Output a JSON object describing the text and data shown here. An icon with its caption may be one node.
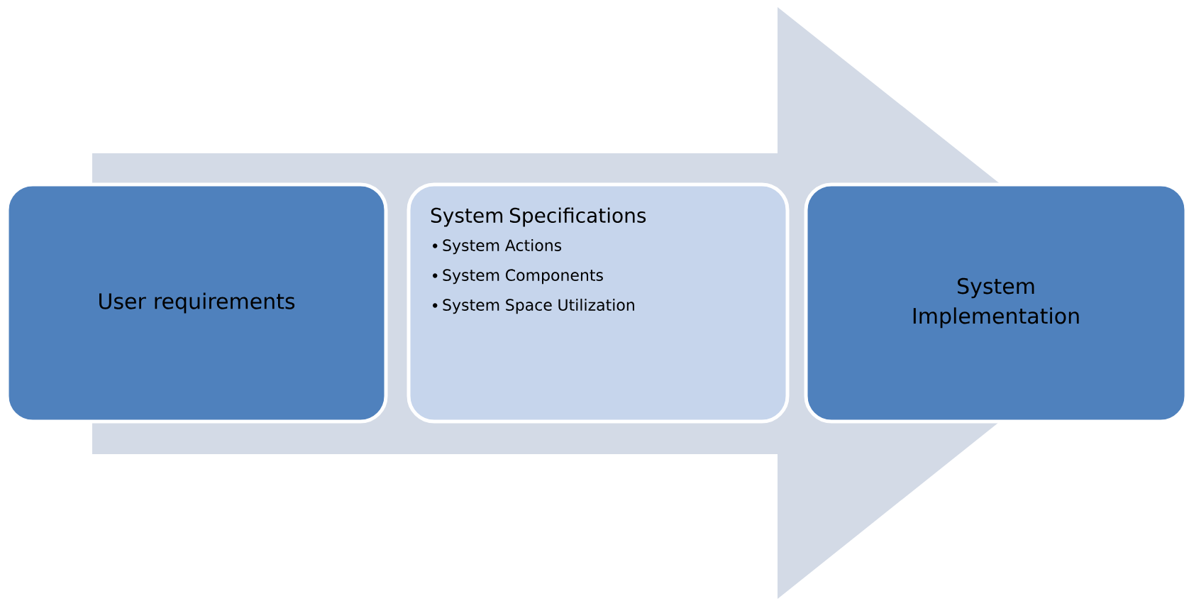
{
  "diagram": {
    "nodes": [
      {
        "text": [
          "User requirements"
        ]
      },
      {
        "text": [
          "System Specifications",
          "System Actions",
          "System Components",
          "System Space Utilization"
        ]
      },
      {
        "text": [
          "System Implementation"
        ]
      }
    ],
    "edges": [
      {
        "from": 0,
        "to": 2,
        "arrow": "to"
      }
    ]
  }
}
